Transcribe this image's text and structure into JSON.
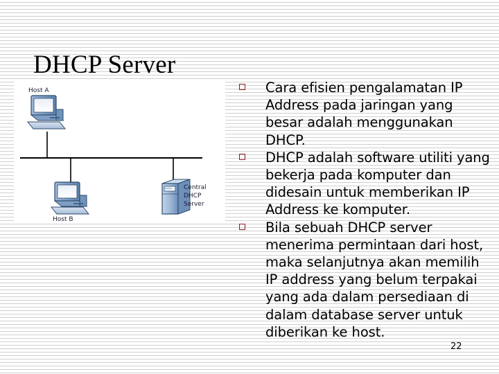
{
  "slide": {
    "title": "DHCP Server",
    "page_number": "22",
    "background_color": "#ffffff",
    "stripe_color": "#cfcfcf",
    "bullet_marker_color": "#8d1b1b"
  },
  "diagram": {
    "name": "dhcp-network-topology",
    "accent_color": "#6f96c4",
    "line_color": "#000000",
    "nodes": [
      {
        "id": "host-a",
        "label": "Host A",
        "type": "computer"
      },
      {
        "id": "host-b",
        "label": "Host B",
        "type": "computer"
      },
      {
        "id": "dhcp-server",
        "label": "Central DHCP Server",
        "type": "server",
        "label_lines": [
          "Central",
          "DHCP",
          "Server"
        ]
      }
    ]
  },
  "bullets": [
    {
      "id": "bullet-1",
      "text": "Cara  efisien pengalamatan IP Address pada jaringan yang besar adalah menggunakan DHCP."
    },
    {
      "id": "bullet-2",
      "text": "DHCP adalah software utiliti yang bekerja pada komputer dan didesain untuk memberikan IP Address ke komputer."
    },
    {
      "id": "bullet-3",
      "text": "Bila sebuah DHCP server menerima permintaan dari host, maka selanjutnya akan memilih IP address yang belum terpakai yang ada dalam persediaan di dalam database server untuk diberikan ke host."
    }
  ]
}
